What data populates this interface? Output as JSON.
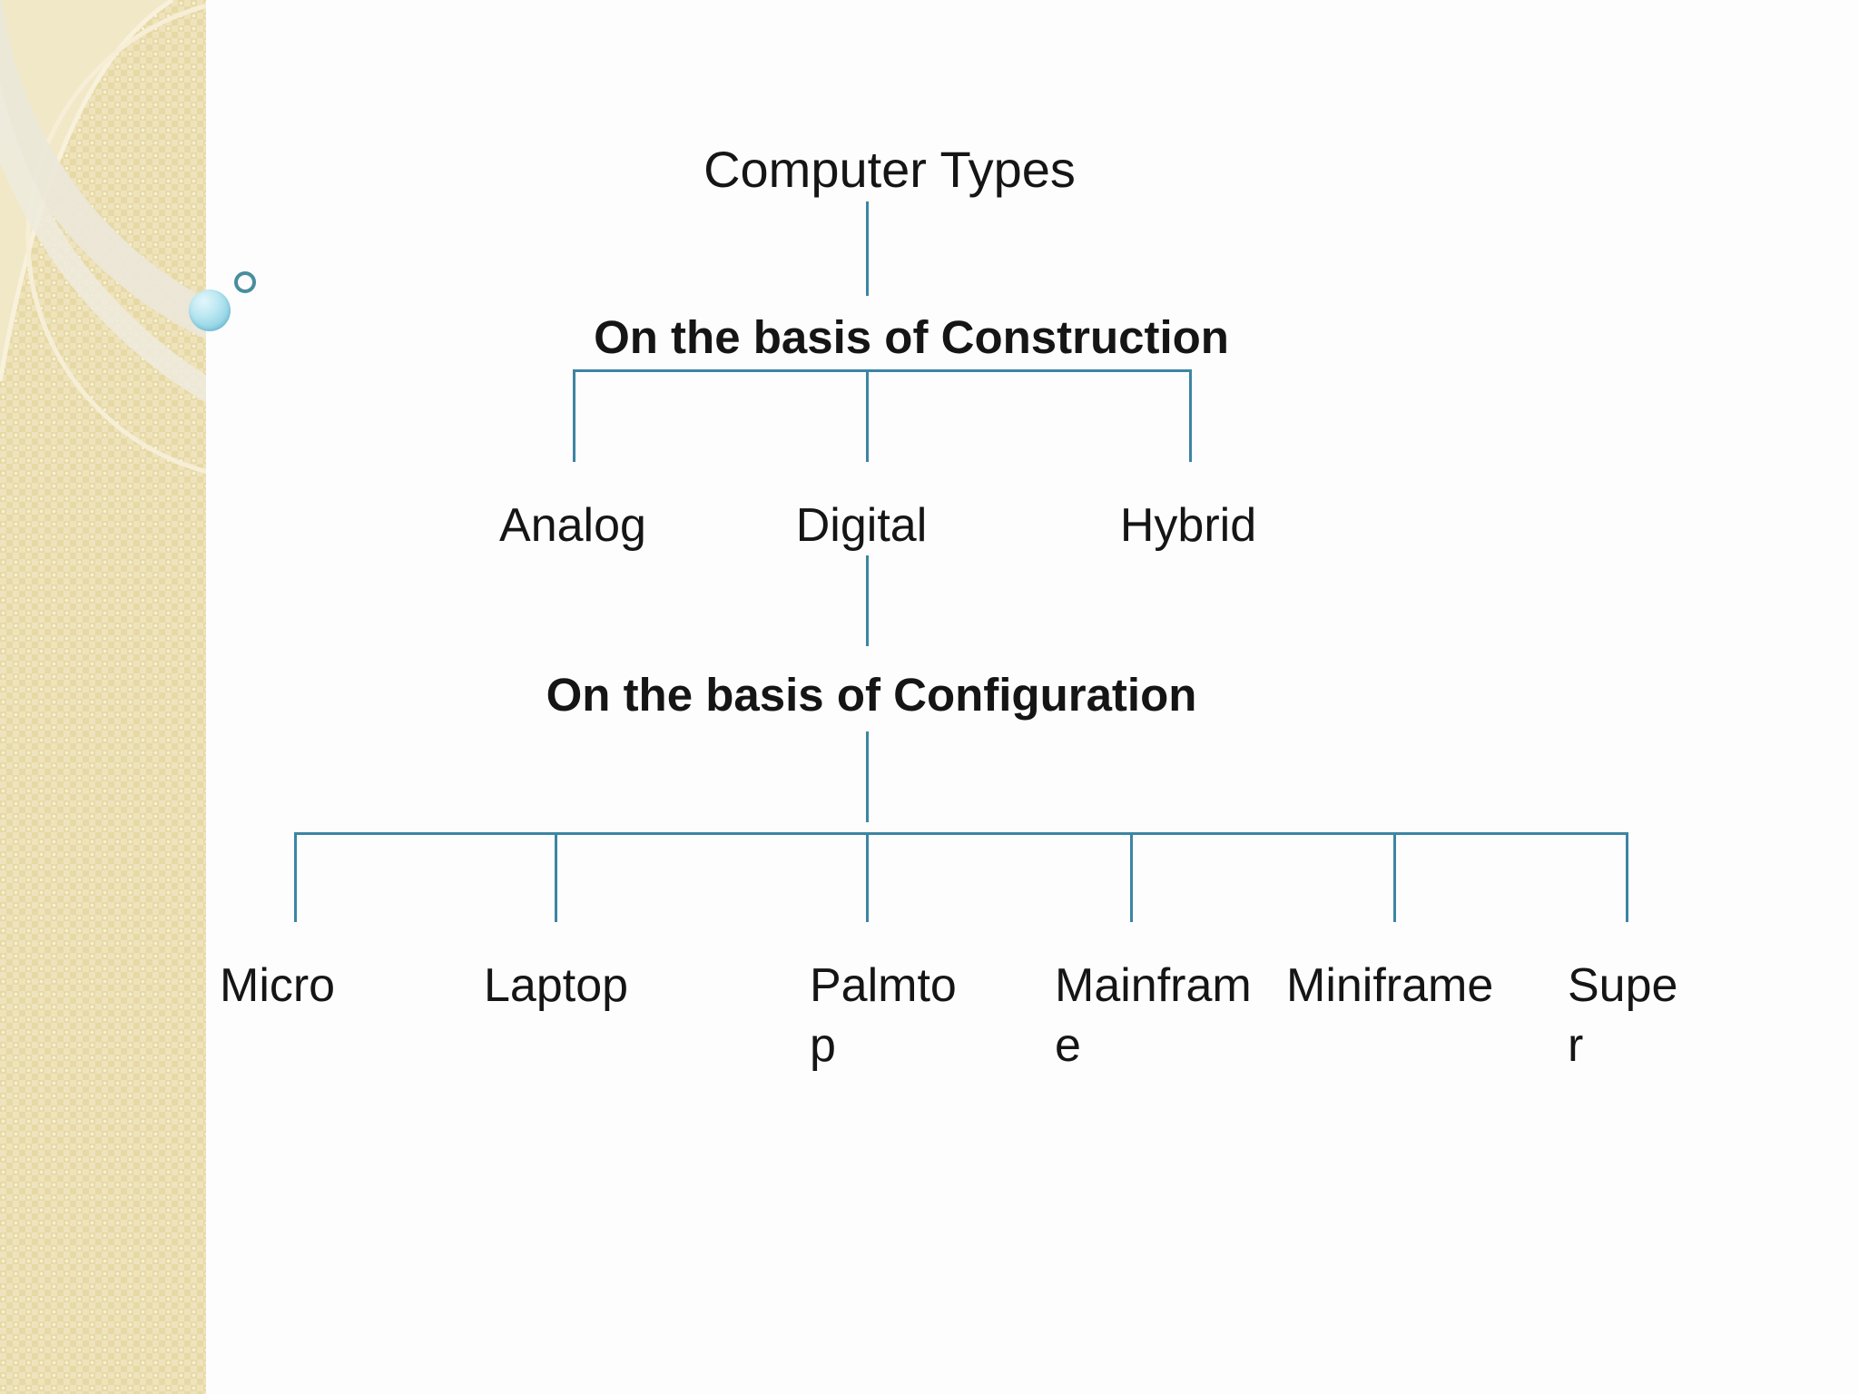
{
  "slide": {
    "title": "Computer Types",
    "construction": {
      "header": "On the basis of Construction",
      "nodes": [
        "Analog",
        "Digital",
        "Hybrid"
      ]
    },
    "configuration": {
      "header": "On the basis of Configuration",
      "nodes": [
        "Micro",
        "Laptop",
        "Palmto\np",
        "Mainfram\ne",
        "Miniframe",
        "Supe\nr"
      ]
    }
  },
  "colors": {
    "text": "#151515",
    "connector": "#3c85a3",
    "band_base": "#e7d9a5",
    "band_rings": "#f6eed6",
    "sphere_accent": "#8fd2e4",
    "ring_accent": "#4a8d9e",
    "background": "#fdfdfd"
  },
  "icons": {
    "sphere_accent": "sphere-icon",
    "ring_accent": "ring-icon"
  }
}
